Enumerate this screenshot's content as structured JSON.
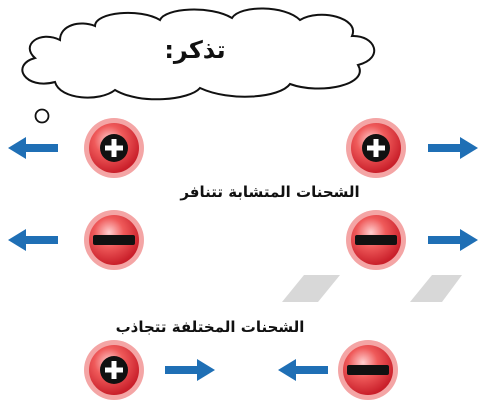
{
  "cloud": {
    "title": "تذكر:"
  },
  "labels": {
    "repel": "الشحنات المتشابة تتنافر",
    "attract": "الشحنات المختلفة تتجاذب"
  },
  "colors": {
    "arrow": "#1f6fb5",
    "charge_fill": "#e23b3b",
    "charge_ring": "#f7a6a6",
    "sign": "#111111",
    "watermark": "#d6d6d6"
  }
}
